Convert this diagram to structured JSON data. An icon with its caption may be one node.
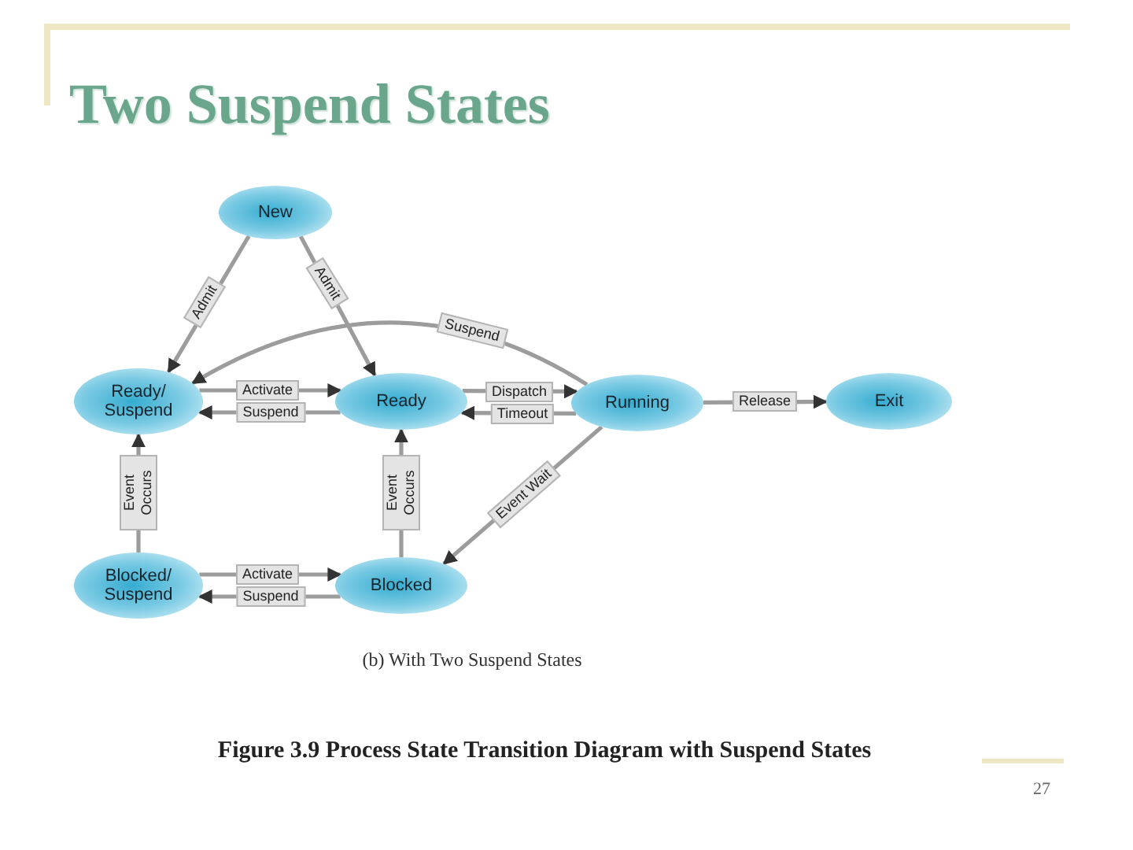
{
  "diagram": {
    "title": "Two Suspend States",
    "caption": "Figure 3.9 Process State Transition Diagram with Suspend States",
    "nodes": [
      {
        "text": [
          "New"
        ]
      },
      {
        "text": [
          "Ready/ Suspend"
        ]
      },
      {
        "text": [
          "Ready"
        ]
      },
      {
        "text": [
          "Running"
        ]
      },
      {
        "text": [
          "Exit"
        ]
      },
      {
        "text": [
          "Blocked/ Suspend"
        ]
      },
      {
        "text": [
          "Blocked"
        ]
      }
    ],
    "edges": [
      {
        "from": 0,
        "to": 1,
        "arrow": "to",
        "label": "Admit"
      },
      {
        "from": 0,
        "to": 2,
        "arrow": "to",
        "label": "Admit"
      },
      {
        "from": 3,
        "to": 1,
        "arrow": "to",
        "label": "Suspend"
      },
      {
        "from": 1,
        "to": 2,
        "arrow": "to",
        "label": "Activate"
      },
      {
        "from": 2,
        "to": 1,
        "arrow": "to",
        "label": "Suspend"
      },
      {
        "from": 2,
        "to": 3,
        "arrow": "to",
        "label": "Dispatch"
      },
      {
        "from": 3,
        "to": 2,
        "arrow": "to",
        "label": "Timeout"
      },
      {
        "from": 3,
        "to": 4,
        "arrow": "to",
        "label": "Release"
      },
      {
        "from": 5,
        "to": 1,
        "arrow": "to",
        "label": "Event Occurs"
      },
      {
        "from": 6,
        "to": 2,
        "arrow": "to",
        "label": "Event Occurs"
      },
      {
        "from": 3,
        "to": 6,
        "arrow": "to",
        "label": "Event Wait"
      },
      {
        "from": 5,
        "to": 6,
        "arrow": "to",
        "label": "Activate"
      },
      {
        "from": 6,
        "to": 5,
        "arrow": "to",
        "label": "Suspend"
      }
    ],
    "labels": [
      "(b) With Two Suspend States",
      "27"
    ]
  }
}
